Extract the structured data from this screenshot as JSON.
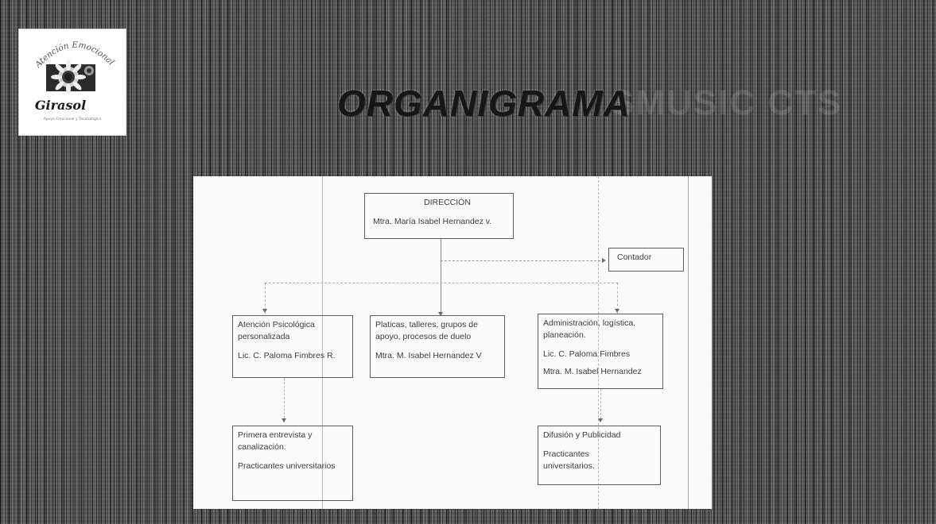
{
  "logo": {
    "arc_text": "Atención Emocional",
    "name": "Girasol",
    "tagline": "Apoyo Emocional y Tanatológico"
  },
  "title": "ORGANIGRAMA",
  "title_ghost": "SMUSIC CTS",
  "org_chart": {
    "direccion": {
      "heading": "DIRECCIÓN",
      "person": "Mtra. María Isabel Hernandez v."
    },
    "contador": {
      "label": "Contador"
    },
    "atencion": {
      "line1": "Atención Psicológica",
      "line2": "personalizada",
      "person": "Lic. C.  Paloma Fimbres R."
    },
    "platicas": {
      "line1": "Platicas, talleres, grupos de",
      "line2": "apoyo, procesos de duelo",
      "person": "Mtra. M. Isabel Hernandez V"
    },
    "administracion": {
      "line1": "Administración, logística,",
      "line2": "planeación.",
      "person1": "Lic. C. Paloma Fimbres",
      "person2": "Mtra. M. Isabel Hernandez"
    },
    "primera": {
      "line1": "Primera entrevista y",
      "line2": "canalización.",
      "person": "Practicantes universitarios"
    },
    "difusion": {
      "line1": "Difusión y Publicidad",
      "person_line1": "Practicantes",
      "person_line2": "universitarios."
    }
  },
  "colors": {
    "background": "#4e4e4e",
    "panel": "#fbfbfb",
    "box_border": "#5d5d5d",
    "text": "#3c3c3c",
    "title": "#161616"
  }
}
